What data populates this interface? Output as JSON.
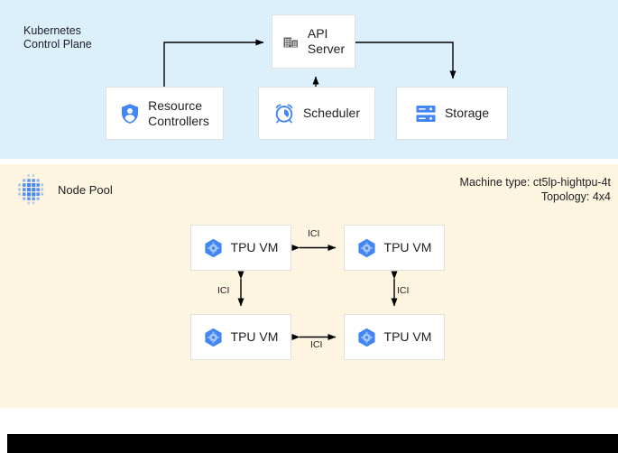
{
  "control_plane": {
    "section_label": "Kubernetes\nControl Plane",
    "nodes": [
      {
        "id": "api-server",
        "label": "API\nServer",
        "icon": "building-icon"
      },
      {
        "id": "resource-controllers",
        "label": "Resource\nControllers",
        "icon": "shield-person-icon"
      },
      {
        "id": "scheduler",
        "label": "Scheduler",
        "icon": "alarm-clock-icon"
      },
      {
        "id": "storage",
        "label": "Storage",
        "icon": "server-stack-icon"
      }
    ],
    "background_color": "#dcf0fc"
  },
  "node_pool": {
    "section_label": "Node Pool",
    "icon": "dot-grid-icon",
    "machine_type": "Machine type: ct5lp-hightpu-4t",
    "topology": "Topology: 4x4",
    "background_color": "#fdf5e0",
    "tpu_vms": [
      {
        "id": "tpu-vm-0",
        "label": "TPU VM",
        "icon": "tpu-hexagon-icon"
      },
      {
        "id": "tpu-vm-1",
        "label": "TPU VM",
        "icon": "tpu-hexagon-icon"
      },
      {
        "id": "tpu-vm-2",
        "label": "TPU VM",
        "icon": "tpu-hexagon-icon"
      },
      {
        "id": "tpu-vm-3",
        "label": "TPU VM",
        "icon": "tpu-hexagon-icon"
      }
    ],
    "interconnects": [
      {
        "id": "ici-top",
        "label": "ICI",
        "from": "tpu-vm-0",
        "to": "tpu-vm-1",
        "direction": "bidirectional"
      },
      {
        "id": "ici-left",
        "label": "ICI",
        "from": "tpu-vm-0",
        "to": "tpu-vm-2",
        "direction": "bidirectional"
      },
      {
        "id": "ici-right",
        "label": "ICI",
        "from": "tpu-vm-1",
        "to": "tpu-vm-3",
        "direction": "bidirectional"
      },
      {
        "id": "ici-bottom",
        "label": "ICI",
        "from": "tpu-vm-2",
        "to": "tpu-vm-3",
        "direction": "bidirectional"
      }
    ]
  },
  "colors": {
    "google_blue": "#4285f4",
    "icon_gray": "#5f6368",
    "text": "#202124",
    "box_border": "#e0e0e0",
    "bottom_bar": "#000000"
  }
}
